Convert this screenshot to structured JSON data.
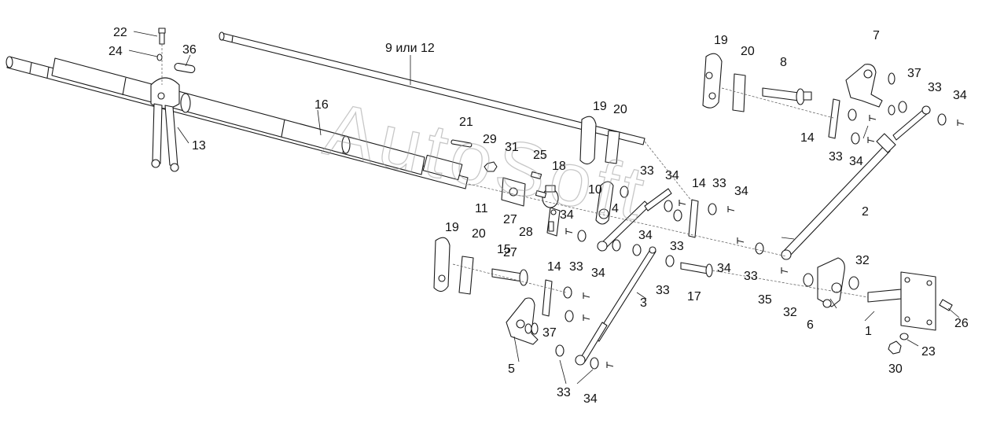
{
  "watermark": "AutoSoft",
  "callouts": {
    "c1": "1",
    "c2": "2",
    "c3": "3",
    "c4": "4",
    "c5": "5",
    "c6": "6",
    "c7": "7",
    "c8": "8",
    "c9_12": "9 или 12",
    "c10": "10",
    "c11": "11",
    "c13": "13",
    "c14a": "14",
    "c14b": "14",
    "c14c": "14",
    "c15": "15",
    "c16": "16",
    "c17": "17",
    "c18": "18",
    "c19a": "19",
    "c19b": "19",
    "c19c": "19",
    "c20a": "20",
    "c20b": "20",
    "c20c": "20",
    "c21": "21",
    "c22": "22",
    "c23": "23",
    "c24": "24",
    "c25": "25",
    "c26": "26",
    "c27a": "27",
    "c27b": "27",
    "c28": "28",
    "c29": "29",
    "c30": "30",
    "c31": "31",
    "c32a": "32",
    "c32b": "32",
    "c33a": "33",
    "c33b": "33",
    "c33c": "33",
    "c33d": "33",
    "c33e": "33",
    "c33f": "33",
    "c33g": "33",
    "c33h": "33",
    "c33i": "33",
    "c34a": "34",
    "c34b": "34",
    "c34c": "34",
    "c34d": "34",
    "c34e": "34",
    "c34f": "34",
    "c34g": "34",
    "c34h": "34",
    "c34i": "34",
    "c35": "35",
    "c36": "36",
    "c37a": "37",
    "c37b": "37"
  }
}
